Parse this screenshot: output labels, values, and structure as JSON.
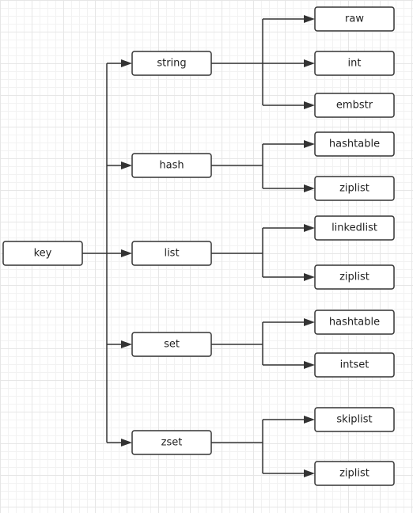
{
  "diagram": {
    "root": "key",
    "types": [
      {
        "label": "string",
        "encodings": [
          "raw",
          "int",
          "embstr"
        ]
      },
      {
        "label": "hash",
        "encodings": [
          "hashtable",
          "ziplist"
        ]
      },
      {
        "label": "list",
        "encodings": [
          "linkedlist",
          "ziplist"
        ]
      },
      {
        "label": "set",
        "encodings": [
          "hashtable",
          "intset"
        ]
      },
      {
        "label": "zset",
        "encodings": [
          "skiplist",
          "ziplist"
        ]
      }
    ]
  }
}
